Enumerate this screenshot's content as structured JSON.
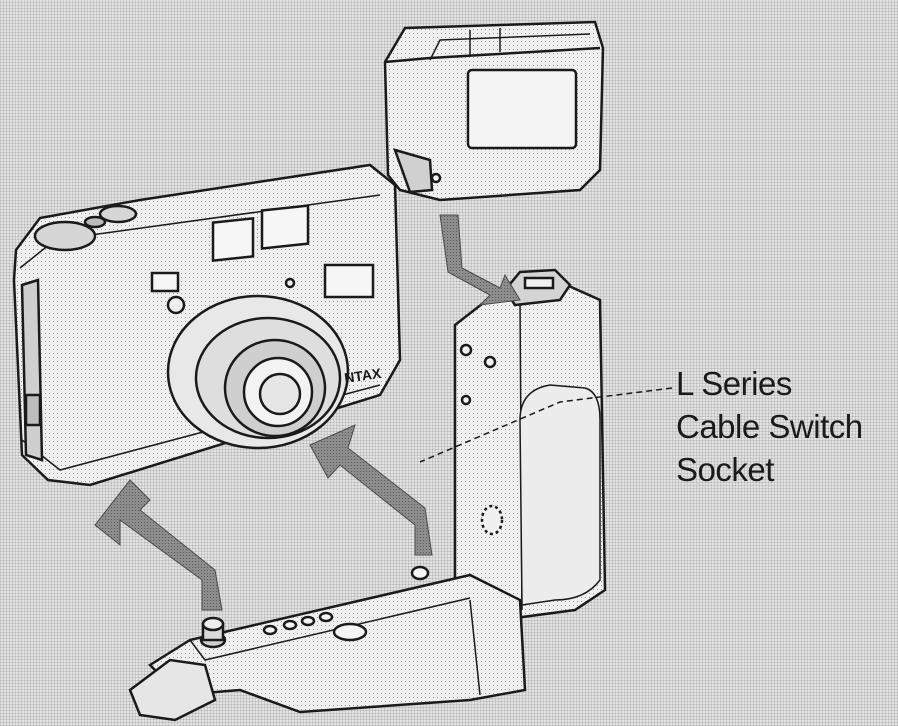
{
  "figure": {
    "callout": {
      "line1": "L Series",
      "line2": "Cable Switch",
      "line3": "Socket"
    },
    "logo_fragment": "NTAX",
    "colors": {
      "ink": "#1a1a1a",
      "paper": "#e2e2e2",
      "arrow": "#8a8a8a"
    }
  }
}
